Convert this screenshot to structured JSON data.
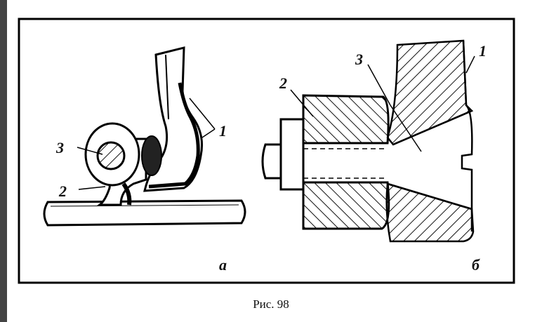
{
  "figure": {
    "caption": "Рис. 98",
    "panel_a": {
      "sublabel": "а",
      "parts": [
        "1",
        "2",
        "3"
      ]
    },
    "panel_b": {
      "sublabel": "б",
      "parts": [
        "1",
        "2",
        "3"
      ]
    }
  }
}
